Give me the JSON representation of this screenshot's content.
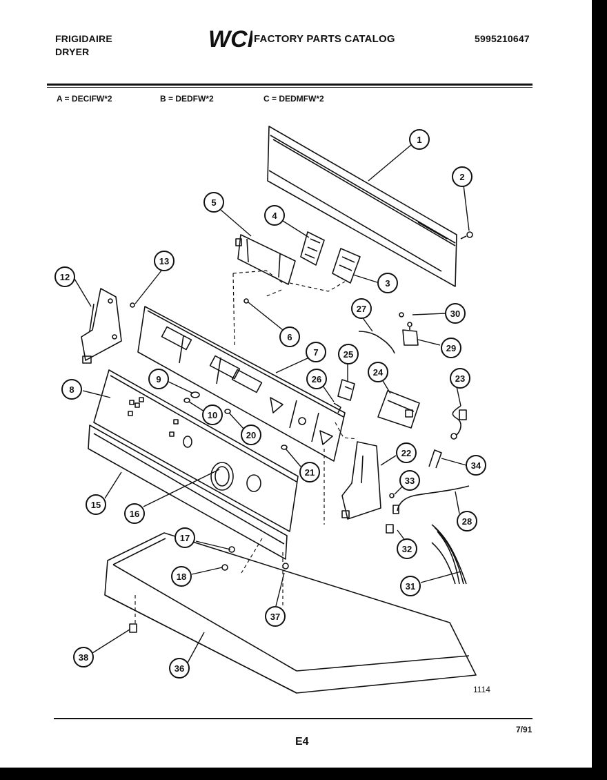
{
  "header": {
    "brand_line1": "FRIGIDAIRE",
    "brand_line2": "DRYER",
    "logo_text": "WCI",
    "catalog_title": "FACTORY PARTS CATALOG",
    "part_number": "5995210647"
  },
  "models": [
    {
      "text": "A = DECIFW*2"
    },
    {
      "text": "B = DEDFW*2"
    },
    {
      "text": "C = DEDMFW*2"
    }
  ],
  "callouts": [
    "1",
    "2",
    "3",
    "4",
    "5",
    "6",
    "7",
    "8",
    "9",
    "10",
    "12",
    "13",
    "15",
    "16",
    "17",
    "18",
    "20",
    "21",
    "22",
    "23",
    "24",
    "25",
    "26",
    "27",
    "28",
    "29",
    "30",
    "31",
    "32",
    "33",
    "34",
    "36",
    "37",
    "38"
  ],
  "footer": {
    "figure_number": "1114",
    "date": "7/91",
    "page": "E4"
  },
  "colors": {
    "ink": "#111111",
    "paper": "#ffffff",
    "border": "#000000"
  }
}
